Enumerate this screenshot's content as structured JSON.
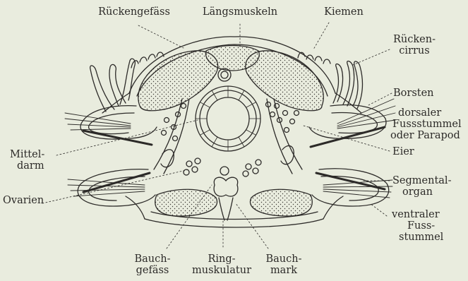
{
  "labels": {
    "rueckengefaess": [
      "Rückengefäss"
    ],
    "laengsmuskeln": [
      "Längsmuskeln"
    ],
    "kiemen": [
      "Kiemen"
    ],
    "rueckencirrus": [
      "Rücken-",
      "cirrus"
    ],
    "borsten": [
      "Borsten"
    ],
    "dorsaler_fussstummel": [
      "dorsaler",
      "Fussstummel",
      "oder Parapod"
    ],
    "eier": [
      "Eier"
    ],
    "segmentalorgan": [
      "Segmental-",
      "organ"
    ],
    "ventraler_fussstummel": [
      "ventraler",
      "Fuss-",
      "stummel"
    ],
    "mitteldarm": [
      "Mittel-",
      "darm"
    ],
    "ovarien": [
      "Ovarien"
    ],
    "bauchgefaess": [
      "Bauch-",
      "gefäss"
    ],
    "ringmuskulatur": [
      "Ring-",
      "muskulatur"
    ],
    "bauchmark": [
      "Bauch-",
      "mark"
    ]
  },
  "colors": {
    "background": "#e9ecde",
    "ink": "#2c2a28"
  }
}
